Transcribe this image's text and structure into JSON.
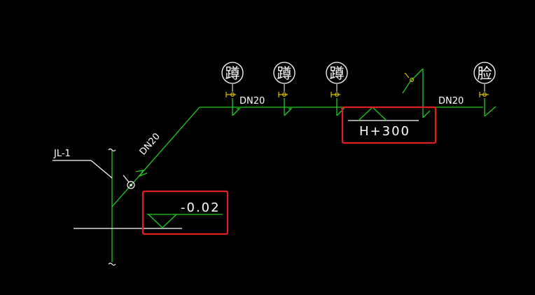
{
  "colors": {
    "background": "#000000",
    "pipe": "#22cc22",
    "leader": "#ffffff",
    "symbol": "#ffffff",
    "valve": "#e0c800",
    "highlight": "#e02020",
    "text": "#ffffff"
  },
  "labels": {
    "riser": "JL-1",
    "pipe_size_riser": "DN20",
    "pipe_size_branch_1": "DN20",
    "pipe_size_branch_2": "DN20",
    "elevation_base": "-0.02",
    "elevation_branch": "H+300"
  },
  "fixtures": [
    {
      "label": "蹲",
      "name": "fixture-squat-toilet-1"
    },
    {
      "label": "蹲",
      "name": "fixture-squat-toilet-2"
    },
    {
      "label": "蹲",
      "name": "fixture-squat-toilet-3"
    },
    {
      "label": "脸",
      "name": "fixture-washbasin"
    }
  ]
}
